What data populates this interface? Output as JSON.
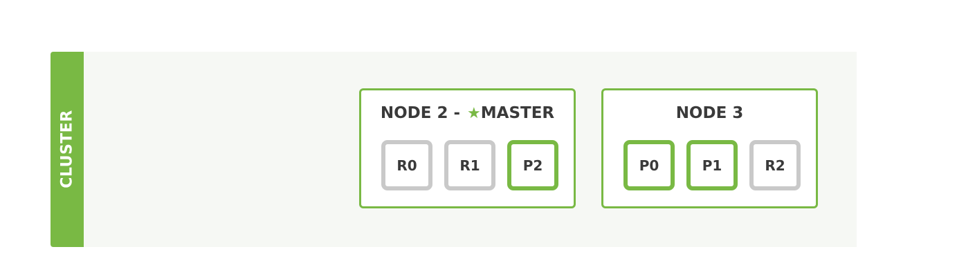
{
  "cluster": {
    "label": "CLUSTER",
    "accent_color": "#79b944",
    "background_color": "#f6f8f4"
  },
  "nodes": [
    {
      "name_prefix": "NODE 2 -",
      "role_icon": "star-icon",
      "role_label": "MASTER",
      "shards": [
        {
          "label": "R0",
          "type": "replica"
        },
        {
          "label": "R1",
          "type": "replica"
        },
        {
          "label": "P2",
          "type": "primary"
        }
      ]
    },
    {
      "name": "NODE 3",
      "shards": [
        {
          "label": "P0",
          "type": "primary"
        },
        {
          "label": "P1",
          "type": "primary"
        },
        {
          "label": "R2",
          "type": "replica"
        }
      ]
    }
  ],
  "colors": {
    "primary_border": "#79b944",
    "replica_border": "#c9c9c9",
    "text": "#3a3a3a"
  }
}
